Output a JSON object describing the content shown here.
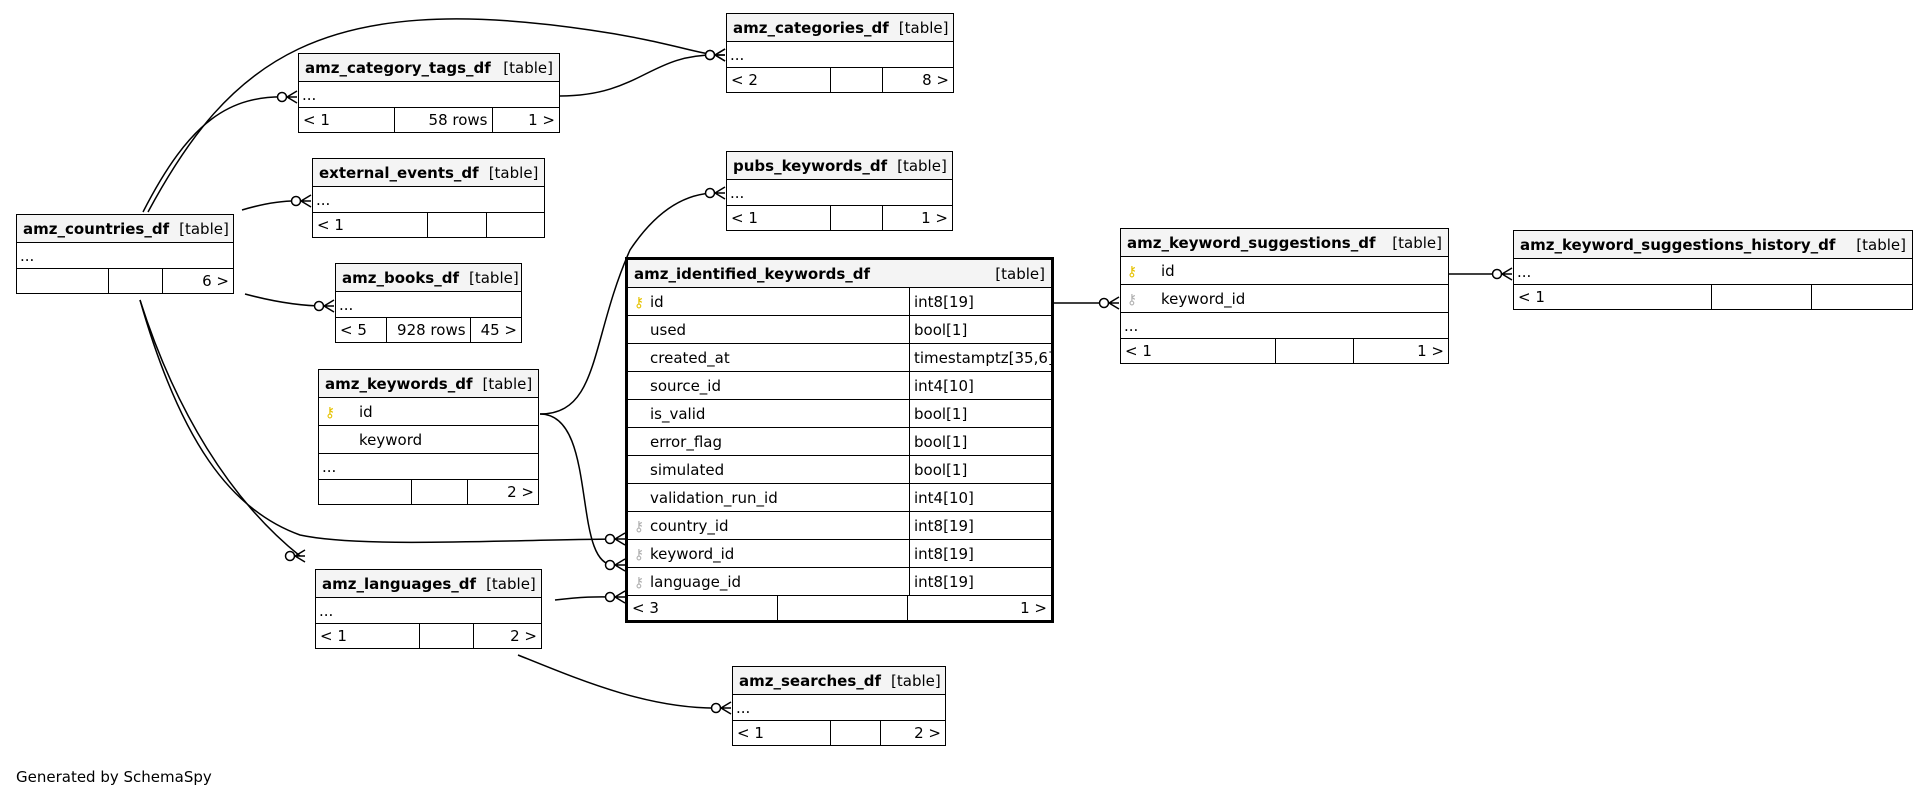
{
  "tables": [
    {
      "id": "amz_categories_df",
      "name": "amz_categories_df",
      "type": "[table]",
      "rows": [],
      "ellipsis": "...",
      "footer": [
        "< 2",
        "",
        "8 >"
      ]
    },
    {
      "id": "amz_category_tags_df",
      "name": "amz_category_tags_df",
      "type": "[table]",
      "rows": [],
      "ellipsis": "...",
      "footer": [
        "< 1",
        "58 rows",
        "1 >"
      ]
    },
    {
      "id": "external_events_df",
      "name": "external_events_df",
      "type": "[table]",
      "rows": [],
      "ellipsis": "...",
      "footer": [
        "< 1",
        "",
        ""
      ]
    },
    {
      "id": "pubs_keywords_df",
      "name": "pubs_keywords_df",
      "type": "[table]",
      "rows": [],
      "ellipsis": "...",
      "footer": [
        "< 1",
        "",
        "1 >"
      ]
    },
    {
      "id": "amz_countries_df",
      "name": "amz_countries_df",
      "type": "[table]",
      "rows": [],
      "ellipsis": "...",
      "footer": [
        "",
        "",
        "6 >"
      ]
    },
    {
      "id": "amz_books_df",
      "name": "amz_books_df",
      "type": "[table]",
      "rows": [],
      "ellipsis": "...",
      "footer": [
        "< 5",
        "928 rows",
        "45 >"
      ]
    },
    {
      "id": "amz_keywords_df",
      "name": "amz_keywords_df",
      "type": "[table]",
      "rows": [
        {
          "name": "id",
          "key": "pk-icon"
        },
        {
          "name": "keyword",
          "key": ""
        }
      ],
      "ellipsis": "...",
      "footer": [
        "",
        "",
        "2 >"
      ]
    },
    {
      "id": "amz_identified_keywords_df",
      "name": "amz_identified_keywords_df",
      "type": "[table]",
      "main": true,
      "rows": [
        {
          "name": "id",
          "dtype": "int8[19]",
          "key": "pk-icon"
        },
        {
          "name": "used",
          "dtype": "bool[1]",
          "key": ""
        },
        {
          "name": "created_at",
          "dtype": "timestamptz[35,6]",
          "key": ""
        },
        {
          "name": "source_id",
          "dtype": "int4[10]",
          "key": ""
        },
        {
          "name": "is_valid",
          "dtype": "bool[1]",
          "key": ""
        },
        {
          "name": "error_flag",
          "dtype": "bool[1]",
          "key": ""
        },
        {
          "name": "simulated",
          "dtype": "bool[1]",
          "key": ""
        },
        {
          "name": "validation_run_id",
          "dtype": "int4[10]",
          "key": ""
        },
        {
          "name": "country_id",
          "dtype": "int8[19]",
          "key": "fk-icon"
        },
        {
          "name": "keyword_id",
          "dtype": "int8[19]",
          "key": "fk-icon"
        },
        {
          "name": "language_id",
          "dtype": "int8[19]",
          "key": "fk-icon"
        }
      ],
      "ellipsis": null,
      "footer": [
        "< 3",
        "",
        "1 >"
      ]
    },
    {
      "id": "amz_keyword_suggestions_df",
      "name": "amz_keyword_suggestions_df",
      "type": "[table]",
      "rows": [
        {
          "name": "id",
          "key": "pk-icon"
        },
        {
          "name": "keyword_id",
          "key": "fk-icon"
        }
      ],
      "ellipsis": "...",
      "footer": [
        "< 1",
        "",
        "1 >"
      ]
    },
    {
      "id": "amz_keyword_suggestions_history_df",
      "name": "amz_keyword_suggestions_history_df",
      "type": "[table]",
      "rows": [],
      "ellipsis": "...",
      "footer": [
        "< 1",
        "",
        ""
      ]
    },
    {
      "id": "amz_languages_df",
      "name": "amz_languages_df",
      "type": "[table]",
      "rows": [],
      "ellipsis": "...",
      "footer": [
        "< 1",
        "",
        "2 >"
      ]
    },
    {
      "id": "amz_searches_df",
      "name": "amz_searches_df",
      "type": "[table]",
      "rows": [],
      "ellipsis": "...",
      "footer": [
        "< 1",
        "",
        "2 >"
      ]
    }
  ],
  "relationships": [
    {
      "from": "amz_countries_df",
      "to": "amz_categories_df"
    },
    {
      "from": "amz_countries_df",
      "to": "amz_category_tags_df"
    },
    {
      "from": "amz_category_tags_df",
      "to": "amz_categories_df"
    },
    {
      "from": "amz_countries_df",
      "to": "external_events_df"
    },
    {
      "from": "amz_countries_df",
      "to": "amz_books_df"
    },
    {
      "from": "amz_countries_df",
      "to": "amz_identified_keywords_df",
      "column": "country_id"
    },
    {
      "from": "amz_countries_df",
      "to": "amz_languages_df"
    },
    {
      "from": "amz_keywords_df",
      "to": "pubs_keywords_df"
    },
    {
      "from": "amz_keywords_df",
      "to": "amz_identified_keywords_df",
      "column": "keyword_id"
    },
    {
      "from": "amz_languages_df",
      "to": "amz_identified_keywords_df",
      "column": "language_id"
    },
    {
      "from": "amz_languages_df",
      "to": "amz_searches_df"
    },
    {
      "from": "amz_identified_keywords_df",
      "to": "amz_keyword_suggestions_df",
      "column": "keyword_id"
    },
    {
      "from": "amz_keyword_suggestions_df",
      "to": "amz_keyword_suggestions_history_df"
    }
  ],
  "credit": "Generated by SchemaSpy"
}
